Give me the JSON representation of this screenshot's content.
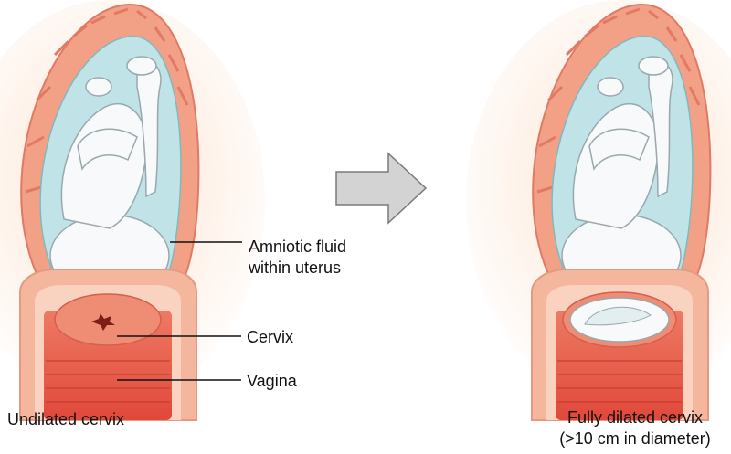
{
  "labels": {
    "amniotic_line1": "Amniotic fluid",
    "amniotic_line2": "within uterus",
    "cervix": "Cervix",
    "vagina": "Vagina"
  },
  "captions": {
    "left": "Undilated cervix",
    "right_line1": "Fully dilated cervix",
    "right_line2": "(>10 cm in diameter)"
  },
  "colors": {
    "skin_glow": "#fde3cf",
    "muscle_wall": "#f2a086",
    "wall_stripe": "#e07a66",
    "amniotic_fluid": "#bfe3e6",
    "fetus": "#f7f9fa",
    "cervix": "#ea6a55",
    "vagina": "#e8513f",
    "arrow_fill": "#d3d3d3",
    "arrow_stroke": "#7a7a7a"
  }
}
